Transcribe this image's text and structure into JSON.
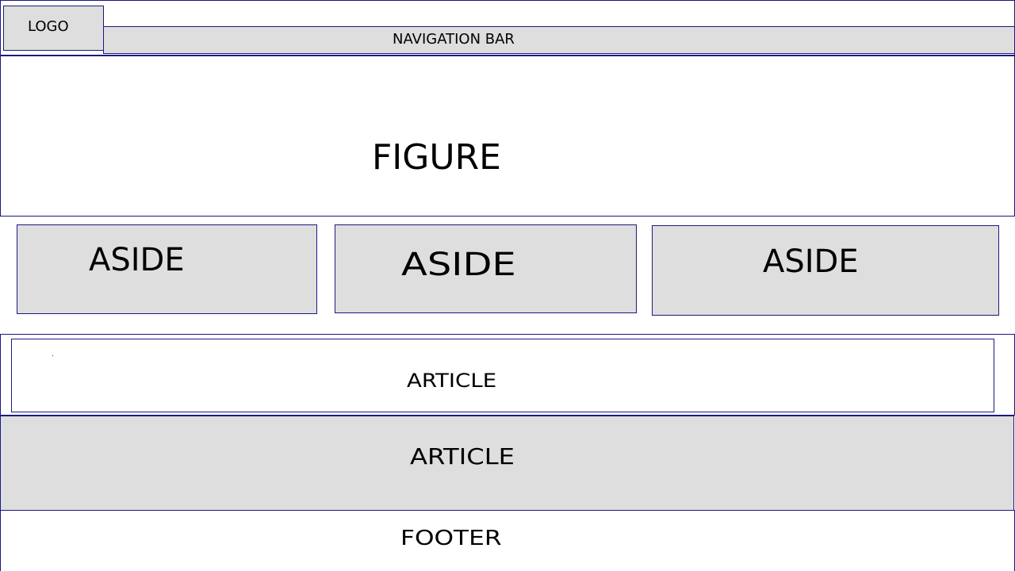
{
  "header": {
    "logo": "LOGO",
    "navigation": "NAVIGATION BAR"
  },
  "figure": {
    "label": "FIGURE"
  },
  "asides": [
    {
      "label": "ASIDE"
    },
    {
      "label": "ASIDE"
    },
    {
      "label": "ASIDE"
    }
  ],
  "articles": [
    {
      "label": "ARTICLE"
    },
    {
      "label": "ARTICLE"
    }
  ],
  "footer": {
    "label": "FOOTER"
  },
  "colors": {
    "border": "#1a1a80",
    "fill_gray": "#dedede",
    "fill_white": "#ffffff"
  }
}
